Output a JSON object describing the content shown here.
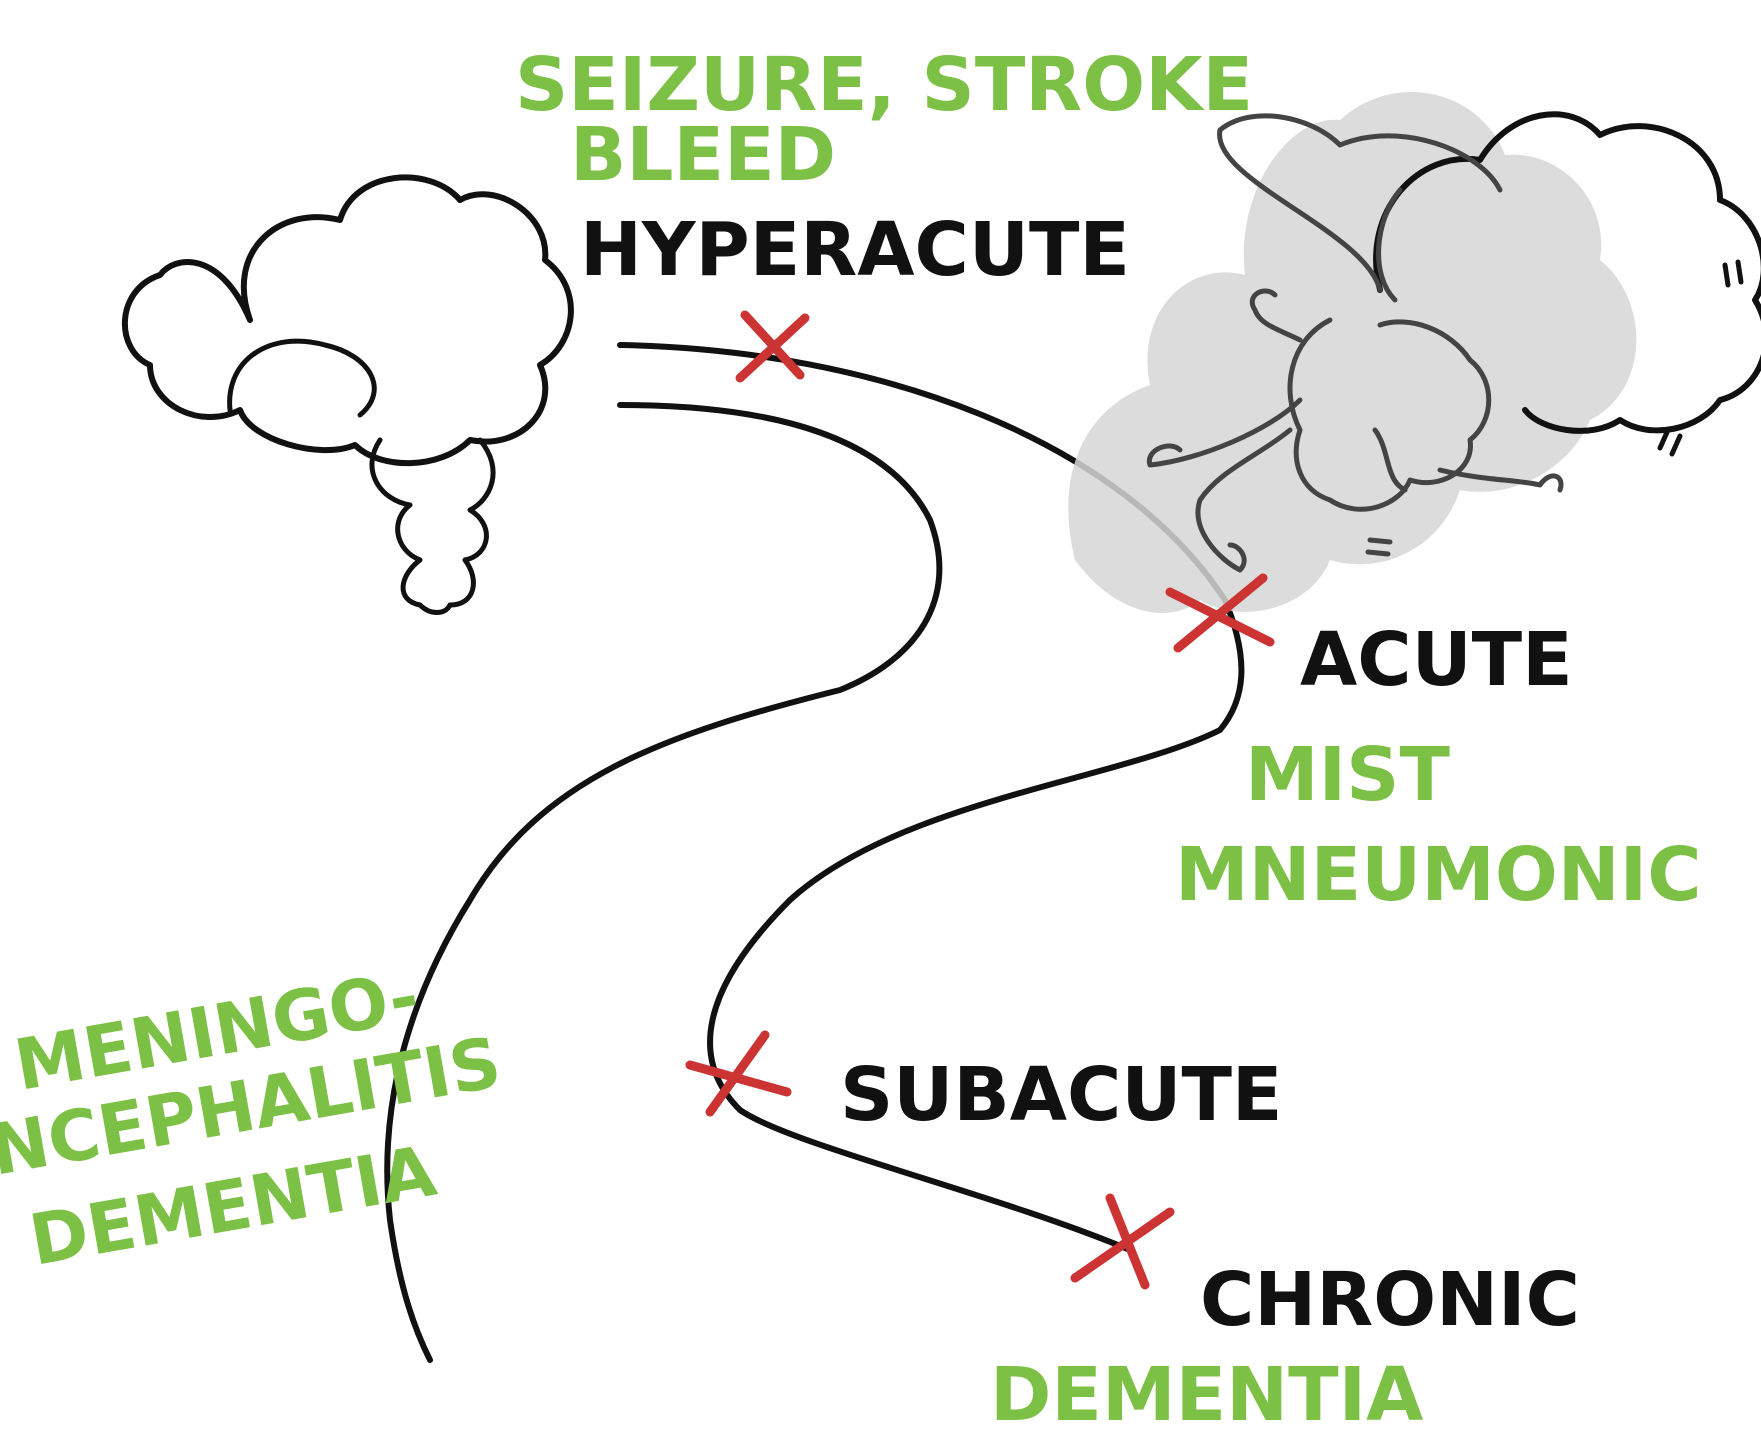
{
  "colors": {
    "ink": "#111111",
    "accent_green": "#7cc145",
    "marker_red": "#cc3333",
    "cloud_grey": "#d6d6d6"
  },
  "icons": [
    "brain-icon",
    "running-brain-icon",
    "smoke-cloud-icon",
    "x-marker-icon"
  ],
  "stages": {
    "hyperacute": "HYPERACUTE",
    "acute": "ACUTE",
    "subacute": "SUBACUTE",
    "chronic": "CHRONIC"
  },
  "causes": {
    "hyperacute_line1": "SEIZURE, STROKE",
    "hyperacute_line2": "BLEED",
    "acute_line1": "MIST",
    "acute_line2": "MNEUMONIC",
    "chronic": "DEMENTIA",
    "left_line1": "MENINGO-",
    "left_line2": "NCEPHALITIS",
    "left_line3": "DEMENTIA"
  }
}
